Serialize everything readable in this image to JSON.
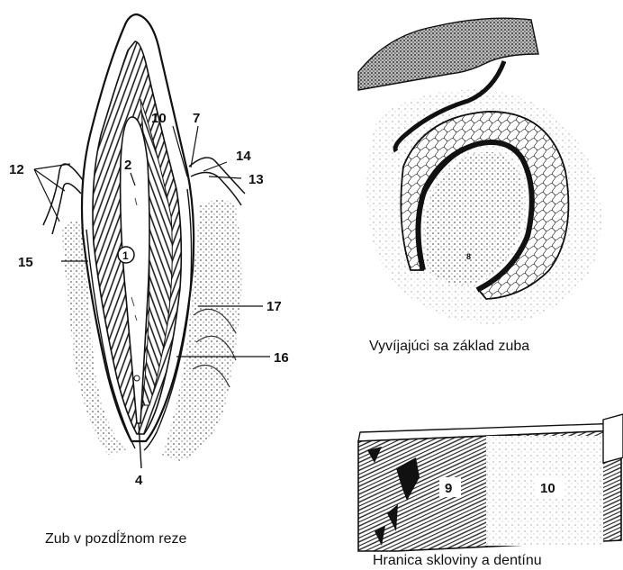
{
  "labels": {
    "n12": "12",
    "n15": "15",
    "n10": "10",
    "n7": "7",
    "n14": "14",
    "n13": "13",
    "n2": "2",
    "n1": "1",
    "n17": "17",
    "n16": "16",
    "n4": "4",
    "n8": "8",
    "n9": "9",
    "n10b": "10"
  },
  "captions": {
    "tooth_section": "Zub v pozdĺžnom reze",
    "developing": "Vyvíjajúci sa základ zuba",
    "boundary": "Hranica skloviny a dentínu"
  }
}
